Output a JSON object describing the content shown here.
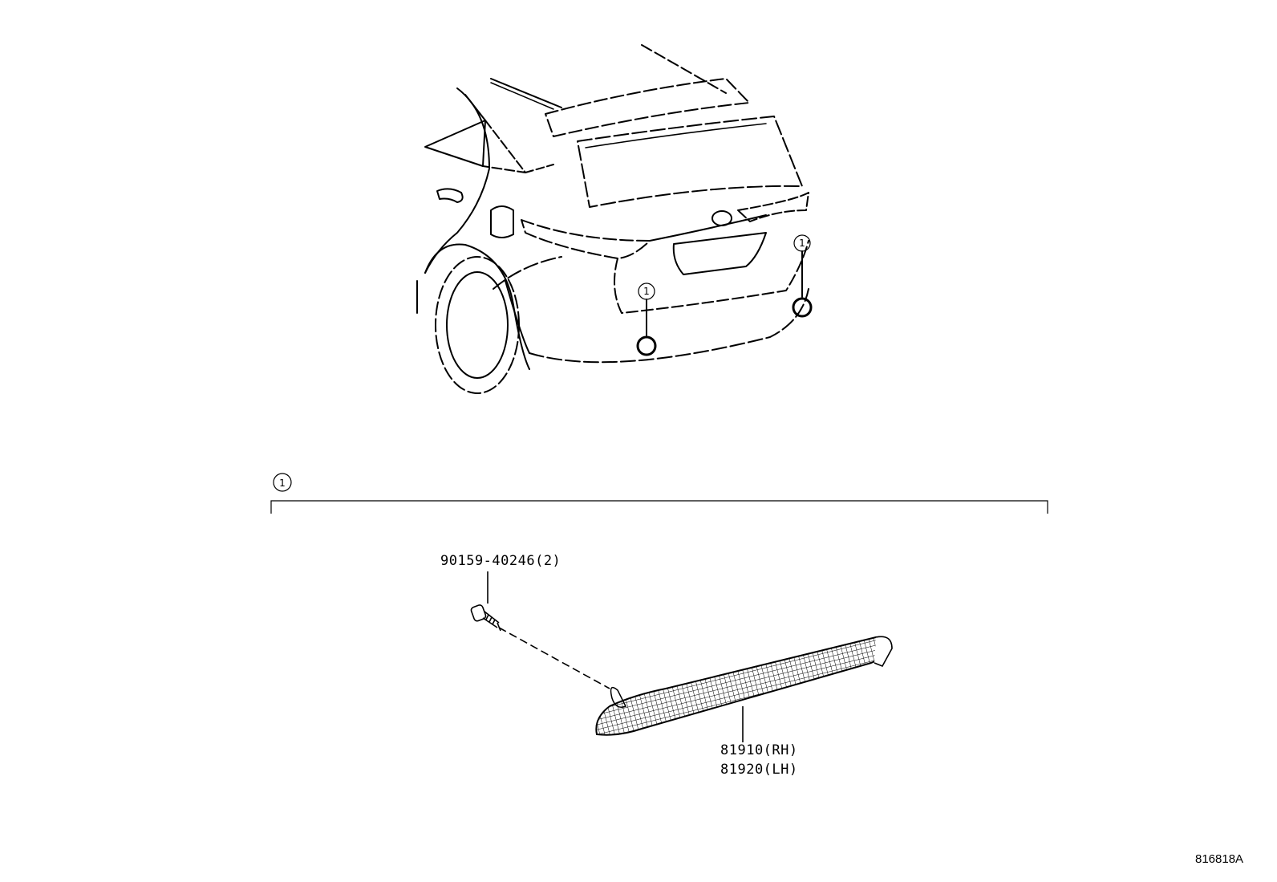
{
  "callouts": {
    "marker": "1"
  },
  "parts": {
    "bolt": "90159-40246(2)",
    "reflector_rh": "81910(RH)",
    "reflector_lh": "81920(LH)"
  },
  "illustration_code": "816818A"
}
